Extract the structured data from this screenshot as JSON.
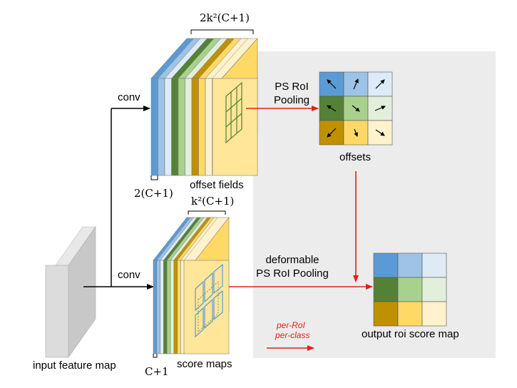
{
  "labels": {
    "conv_top": "conv",
    "conv_bottom": "conv",
    "offset_fields": "offset fields",
    "score_maps": "score maps",
    "input_feature_map": "input feature map",
    "ps_roi_line1": "PS RoI",
    "ps_roi_line2": "Pooling",
    "offsets": "offsets",
    "deform_line1": "deformable",
    "deform_line2": "PS RoI Pooling",
    "output_map": "output roi score map",
    "per_roi": "per-RoI",
    "per_class": "per-class"
  },
  "math": {
    "top_dim": "2k²(C+1)",
    "offset_depth": "2(C+1)",
    "score_top_dim": "k²(C+1)",
    "score_depth": "C+1"
  },
  "colors": {
    "c1": "#5b9bd5",
    "c2": "#9dc3e6",
    "c3": "#deebf7",
    "c4": "#548235",
    "c5": "#a9d18e",
    "c6": "#e2efda",
    "c7": "#bf9000",
    "c8": "#ffd966",
    "c9": "#fff2cc",
    "grid_stroke": "#538135",
    "red_arrow": "#e0201b",
    "gray_panel": "#ececec"
  }
}
